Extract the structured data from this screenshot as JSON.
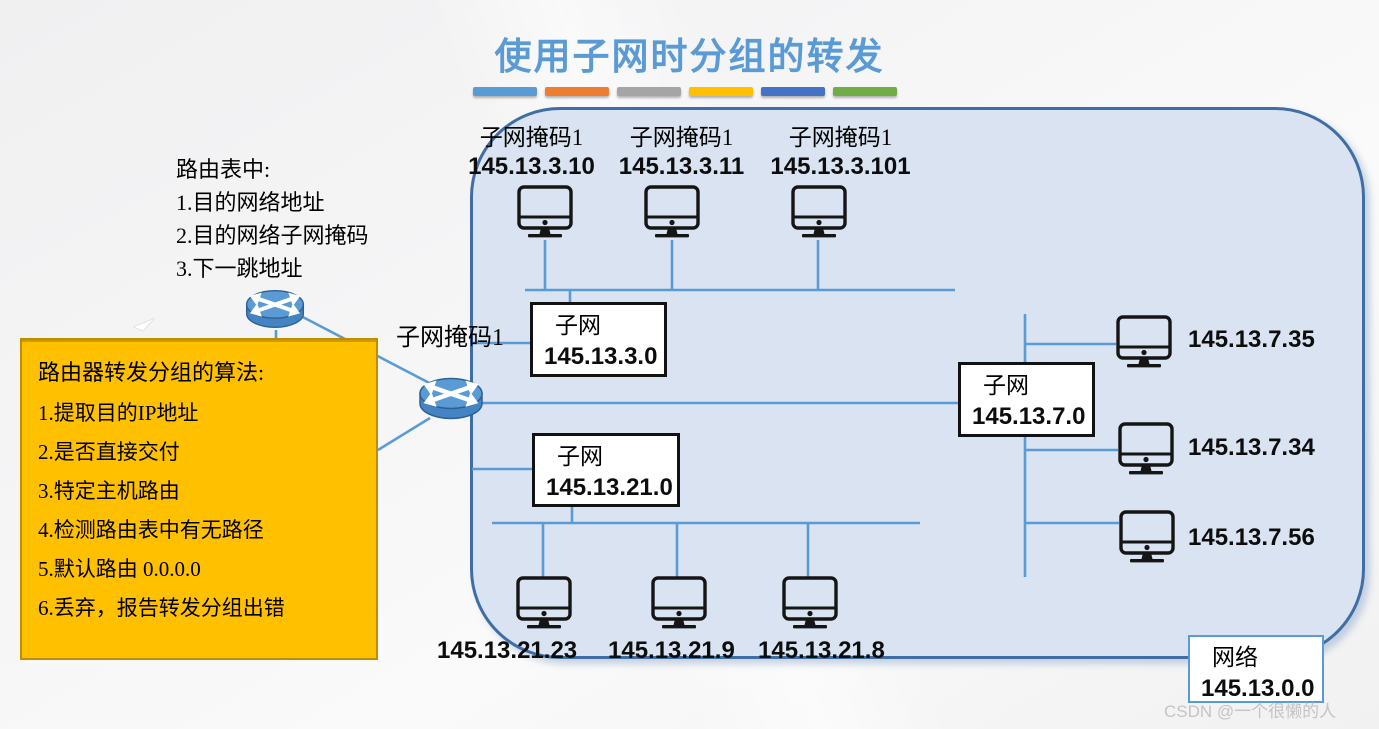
{
  "slide": {
    "title": "使用子网时分组的转发",
    "watermark": "CSDN @一个很懒的人"
  },
  "accent_bars": [
    {
      "color": "#5B9BD5",
      "style": "background:#5B9BD5"
    },
    {
      "color": "#ED7D31",
      "style": "background:#ED7D31"
    },
    {
      "color": "#A5A5A5",
      "style": "background:#A5A5A5"
    },
    {
      "color": "#FFC000",
      "style": "background:#FFC000"
    },
    {
      "color": "#4472C4",
      "style": "background:#4472C4"
    },
    {
      "color": "#70AD47",
      "style": "background:#70AD47"
    }
  ],
  "routing_table_note": {
    "heading": "路由表中:",
    "items": [
      "1.目的网络地址",
      "2.目的网络子网掩码",
      "3.下一跳地址"
    ]
  },
  "forwarding_algorithm": {
    "heading": "路由器转发分组的算法:",
    "items": [
      "1.提取目的IP地址",
      "2.是否直接交付",
      "3.特定主机路由",
      "4.检测路由表中有无路径",
      "5.默认路由 0.0.0.0",
      "6.丢弃，报告转发分组出错"
    ]
  },
  "router2_mask_label": "子网掩码1",
  "top_hosts": [
    {
      "mask": "子网掩码1",
      "ip": "145.13.3.10"
    },
    {
      "mask": "子网掩码1",
      "ip": "145.13.3.11"
    },
    {
      "mask": "子网掩码1",
      "ip": "145.13.3.101"
    }
  ],
  "bottom_hosts": [
    {
      "ip": "145.13.21.23"
    },
    {
      "ip": "145.13.21.9"
    },
    {
      "ip": "145.13.21.8"
    }
  ],
  "right_hosts": [
    {
      "ip": "145.13.7.35"
    },
    {
      "ip": "145.13.7.34"
    },
    {
      "ip": "145.13.7.56"
    }
  ],
  "subnet_boxes": [
    {
      "label": "子网",
      "address": "145.13.3.0"
    },
    {
      "label": "子网",
      "address": "145.13.21.0"
    },
    {
      "label": "子网",
      "address": "145.13.7.0"
    }
  ],
  "network_box": {
    "label": "网络",
    "address": "145.13.0.0"
  },
  "colors": {
    "title": "#5B9BD5",
    "container_fill": "#D9E3F1",
    "container_border": "#3F6EA5",
    "line": "#5B9BD5",
    "algorithm_fill": "#FFC000",
    "subnet_box_border": "#121212",
    "network_box_border": "#5B9BD5"
  }
}
